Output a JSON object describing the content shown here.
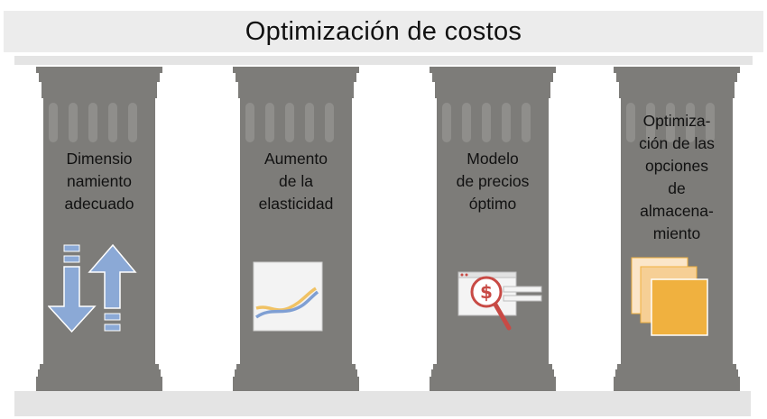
{
  "title": "Optimización de costos",
  "pillars": [
    {
      "label_lines": [
        "Dimensio",
        "namiento",
        "adecuado"
      ],
      "icon": "resize-arrows-icon"
    },
    {
      "label_lines": [
        "Aumento",
        "de la",
        "elasticidad"
      ],
      "icon": "elasticity-wave-chart-icon"
    },
    {
      "label_lines": [
        "Modelo",
        "de precios",
        "óptimo"
      ],
      "icon": "price-magnifier-icon"
    },
    {
      "label_lines": [
        "Optimiza-",
        "ción de las",
        "opciones",
        "de",
        "almacena-",
        "miento"
      ],
      "icon": "storage-stack-icon"
    }
  ],
  "colors": {
    "pillar_gray": "#7d7c79",
    "pillar_light": "#e4e4e4",
    "flute_gray": "#8f8e8b",
    "arrow_blue": "#8ba9d6",
    "chart_yellow": "#f0c264",
    "chart_blue": "#7f9fd3",
    "dollar_red": "#c84a45",
    "storage_orange": "#f0b13f"
  }
}
